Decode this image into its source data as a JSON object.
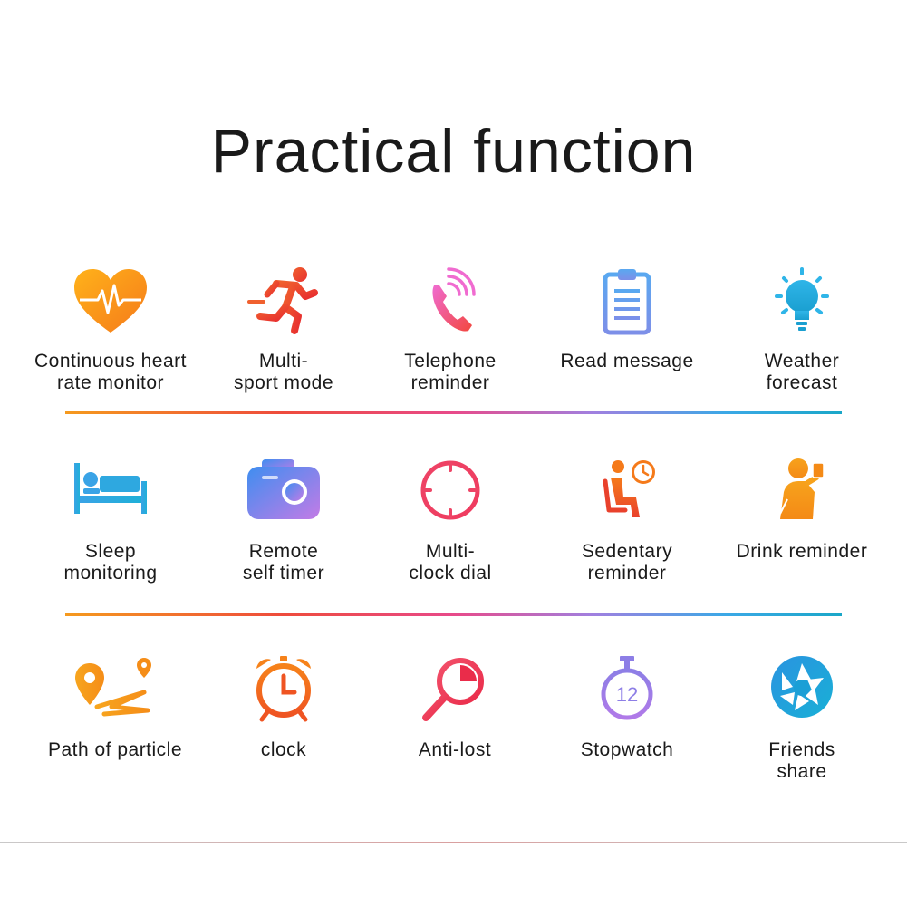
{
  "page": {
    "title": "Practical function"
  },
  "rows": [
    [
      {
        "label": "Continuous heart\nrate monitor",
        "icon": "heart-rate-icon"
      },
      {
        "label": "Multi-\nsport mode",
        "icon": "running-icon"
      },
      {
        "label": "Telephone\nreminder",
        "icon": "phone-icon"
      },
      {
        "label": "Read message",
        "icon": "clipboard-icon"
      },
      {
        "label": "Weather\nforecast",
        "icon": "lightbulb-icon"
      }
    ],
    [
      {
        "label": "Sleep\nmonitoring",
        "icon": "bed-icon"
      },
      {
        "label": "Remote\nself timer",
        "icon": "camera-icon"
      },
      {
        "label": "Multi-\nclock dial",
        "icon": "dial-icon"
      },
      {
        "label": "Sedentary\nreminder",
        "icon": "sitting-person-icon"
      },
      {
        "label": "Drink  reminder",
        "icon": "drinking-person-icon"
      }
    ],
    [
      {
        "label": "Path  of particle",
        "icon": "route-icon"
      },
      {
        "label": "clock",
        "icon": "alarm-clock-icon"
      },
      {
        "label": "Anti-lost",
        "icon": "magnifier-icon"
      },
      {
        "label": "Stopwatch",
        "icon": "stopwatch-icon"
      },
      {
        "label": "Friends\nshare",
        "icon": "aperture-icon"
      }
    ]
  ],
  "stopwatch_number": "12",
  "colors": {
    "orange": "#f59a1e",
    "red": "#ee4b3c",
    "pink": "#e84a8a",
    "purple": "#a080e0",
    "blue": "#3ba8e6",
    "teal": "#1aa7c8"
  }
}
